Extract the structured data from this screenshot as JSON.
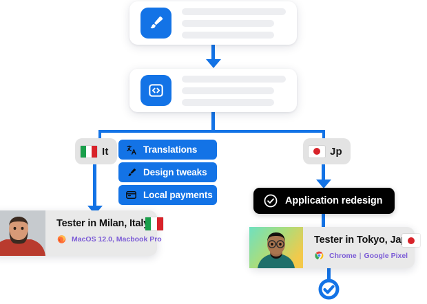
{
  "theme": {
    "accent": "#1373e6",
    "pill_blue": "#1373e6",
    "task_black": "#000000",
    "card_grey": "#e9e9e9",
    "badge_grey": "#e3e3e3",
    "meta_purple": "#7b5bd6"
  },
  "flow": {
    "design_card": {
      "icon": "paintbrush-icon",
      "skeleton_lines": 3
    },
    "code_card": {
      "icon": "code-brackets-icon",
      "skeleton_lines": 3
    },
    "branches": [
      {
        "code": "It",
        "flag": "flag-italy",
        "name": "italy-branch"
      },
      {
        "code": "Jp",
        "flag": "flag-japan",
        "name": "japan-branch"
      }
    ],
    "features": [
      {
        "icon": "translate-icon",
        "label": "Translations"
      },
      {
        "icon": "paintbrush-icon",
        "label": "Design tweaks"
      },
      {
        "icon": "credit-card-icon",
        "label": "Local payments"
      }
    ],
    "task": {
      "icon": "check-circle-icon",
      "label": "Application redesign"
    },
    "completion": {
      "icon": "check-circle-icon"
    }
  },
  "testers": [
    {
      "name": "Tester in Milan, Italy",
      "browser_icon": "firefox-icon",
      "device": "MacOS 12.0, Macbook Pro",
      "flag": "flag-italy"
    },
    {
      "name": "Tester in Tokyo, Japan",
      "browser_icon": "chrome-icon",
      "browser": "Chrome",
      "separator": "|",
      "device": "Google Pixel",
      "flag": "flag-japan"
    }
  ]
}
